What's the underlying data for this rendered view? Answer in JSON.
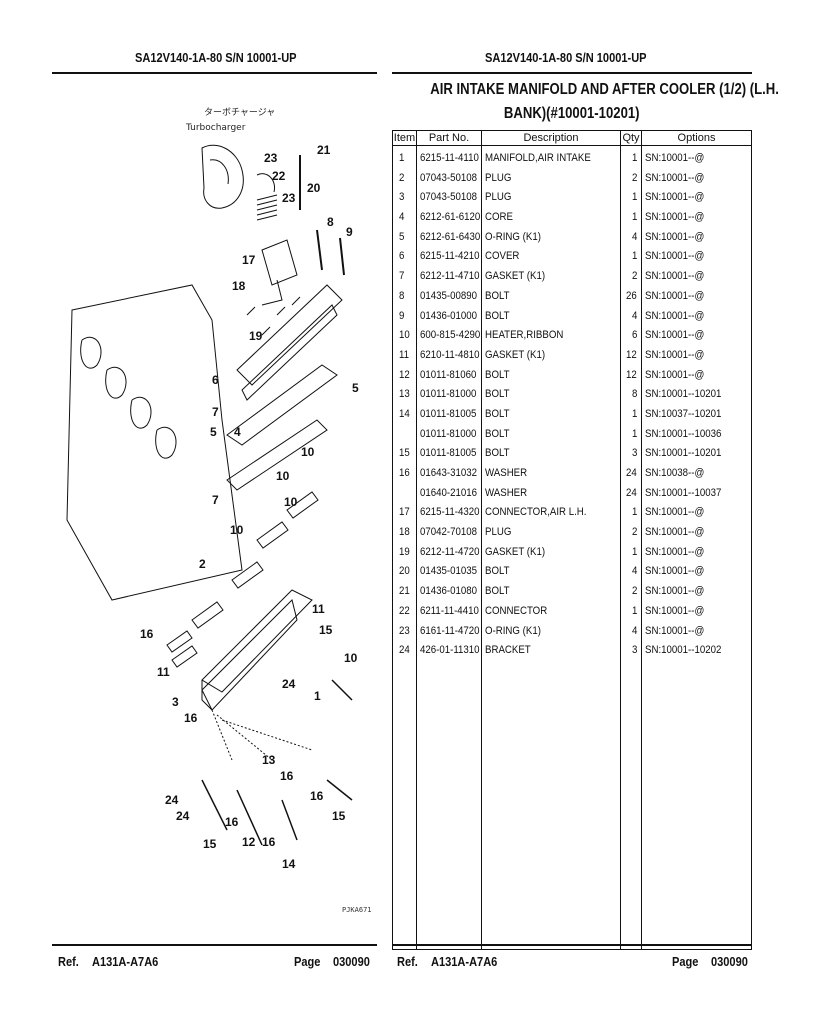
{
  "header": {
    "left": "SA12V140-1A-80 S/N 10001-UP",
    "right": "SA12V140-1A-80 S/N 10001-UP"
  },
  "title": {
    "line1": "AIR INTAKE MANIFOLD AND AFTER COOLER (1/2) (L.H.",
    "line2": "BANK)(#10001-10201)"
  },
  "table": {
    "columns": [
      "Item",
      "Part No.",
      "Description",
      "Qty",
      "Options"
    ],
    "rows": [
      [
        "1",
        "6215-11-4110",
        "MANIFOLD,AIR INTAKE",
        "1",
        "SN:10001--@"
      ],
      [
        "2",
        "07043-50108",
        "PLUG",
        "2",
        "SN:10001--@"
      ],
      [
        "3",
        "07043-50108",
        "PLUG",
        "1",
        "SN:10001--@"
      ],
      [
        "4",
        "6212-61-6120",
        "CORE",
        "1",
        "SN:10001--@"
      ],
      [
        "5",
        "6212-61-6430",
        "O-RING (K1)",
        "4",
        "SN:10001--@"
      ],
      [
        "6",
        "6215-11-4210",
        "COVER",
        "1",
        "SN:10001--@"
      ],
      [
        "7",
        "6212-11-4710",
        "GASKET (K1)",
        "2",
        "SN:10001--@"
      ],
      [
        "8",
        "01435-00890",
        "BOLT",
        "26",
        "SN:10001--@"
      ],
      [
        "9",
        "01436-01000",
        "BOLT",
        "4",
        "SN:10001--@"
      ],
      [
        "10",
        "600-815-4290",
        "HEATER,RIBBON",
        "6",
        "SN:10001--@"
      ],
      [
        "11",
        "6210-11-4810",
        "GASKET (K1)",
        "12",
        "SN:10001--@"
      ],
      [
        "12",
        "01011-81060",
        "BOLT",
        "12",
        "SN:10001--@"
      ],
      [
        "13",
        "01011-81000",
        "BOLT",
        "8",
        "SN:10001--10201"
      ],
      [
        "14",
        "01011-81005",
        "BOLT",
        "1",
        "SN:10037--10201"
      ],
      [
        "",
        "01011-81000",
        "BOLT",
        "1",
        "SN:10001--10036"
      ],
      [
        "15",
        "01011-81005",
        "BOLT",
        "3",
        "SN:10001--10201"
      ],
      [
        "16",
        "01643-31032",
        "WASHER",
        "24",
        "SN:10038--@"
      ],
      [
        "",
        "01640-21016",
        "WASHER",
        "24",
        "SN:10001--10037"
      ],
      [
        "17",
        "6215-11-4320",
        "CONNECTOR,AIR L.H.",
        "1",
        "SN:10001--@"
      ],
      [
        "18",
        "07042-70108",
        "PLUG",
        "2",
        "SN:10001--@"
      ],
      [
        "19",
        "6212-11-4720",
        "GASKET (K1)",
        "1",
        "SN:10001--@"
      ],
      [
        "20",
        "01435-01035",
        "BOLT",
        "4",
        "SN:10001--@"
      ],
      [
        "21",
        "01436-01080",
        "BOLT",
        "2",
        "SN:10001--@"
      ],
      [
        "22",
        "6211-11-4410",
        "CONNECTOR",
        "1",
        "SN:10001--@"
      ],
      [
        "23",
        "6161-11-4720",
        "O-RING (K1)",
        "4",
        "SN:10001--@"
      ],
      [
        "24",
        "426-01-11310",
        "BRACKET",
        "3",
        "SN:10001--10202"
      ]
    ]
  },
  "diagram": {
    "jp_label": "ターボチャージャ",
    "en_label": "Turbocharger",
    "drawing_code": "PJKA671",
    "callouts": [
      "21",
      "23",
      "22",
      "20",
      "23",
      "8",
      "9",
      "17",
      "18",
      "19",
      "6",
      "5",
      "7",
      "5",
      "4",
      "10",
      "7",
      "10",
      "10",
      "10",
      "2",
      "11",
      "16",
      "15",
      "10",
      "11",
      "3",
      "24",
      "1",
      "16",
      "13",
      "16",
      "24",
      "16",
      "24",
      "16",
      "15",
      "15",
      "12",
      "16",
      "14"
    ]
  },
  "footer": {
    "left": {
      "ref_label": "Ref.",
      "ref_value": "A131A-A7A6",
      "page_label": "Page",
      "page_value": "030090"
    },
    "right": {
      "ref_label": "Ref.",
      "ref_value": "A131A-A7A6",
      "page_label": "Page",
      "page_value": "030090"
    }
  }
}
